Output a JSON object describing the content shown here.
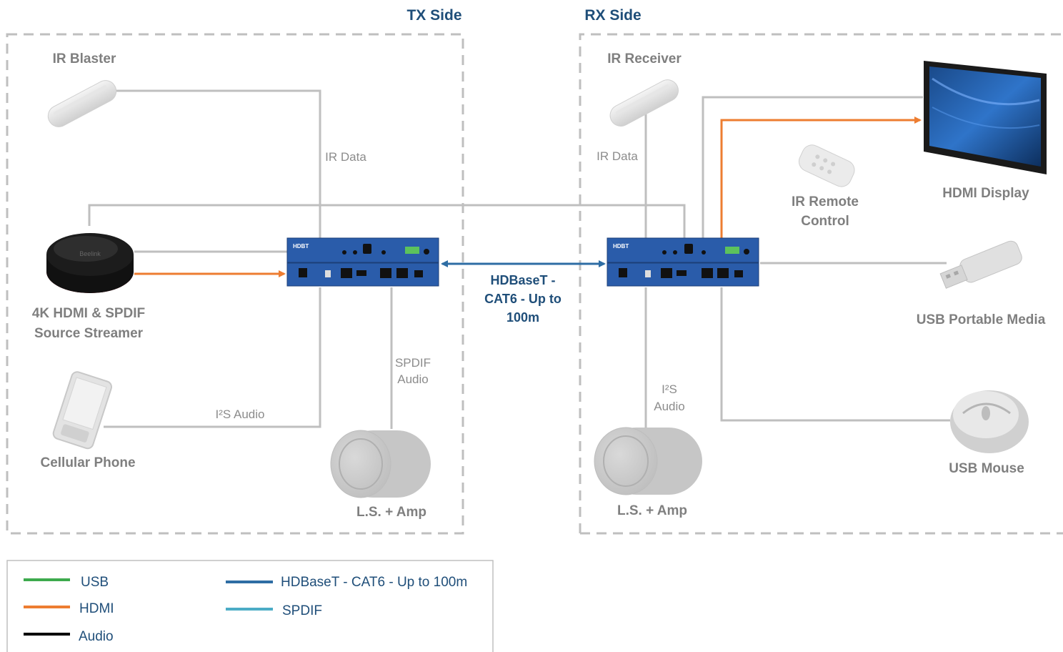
{
  "tx": {
    "title": "TX Side",
    "ir_blaster": "IR Blaster",
    "ir_data": "IR Data",
    "streamer_line1": "4K HDMI & SPDIF",
    "streamer_line2": "Source Streamer",
    "streamer_brand": "Beelink",
    "phone": "Cellular Phone",
    "i2s_audio": "I²S Audio",
    "spdif_line1": "SPDIF",
    "spdif_line2": "Audio",
    "speaker": "L.S. + Amp"
  },
  "rx": {
    "title": "RX Side",
    "ir_receiver": "IR Receiver",
    "ir_data": "IR Data",
    "remote_line1": "IR Remote",
    "remote_line2": "Control",
    "display": "HDMI Display",
    "usb_media": "USB Portable Media",
    "usb_mouse": "USB Mouse",
    "i2s_line1": "I²S",
    "i2s_line2": "Audio",
    "speaker": "L.S. + Amp"
  },
  "link": {
    "line1": "HDBaseT -",
    "line2": "CAT6 - Up to",
    "line3": "100m"
  },
  "device_logo": "HDBT",
  "legend": {
    "items": [
      {
        "label": "USB",
        "color": "#3daa4d"
      },
      {
        "label": "HDMI",
        "color": "#ed7d31"
      },
      {
        "label": "Audio",
        "color": "#000000"
      },
      {
        "label": "HDBaseT - CAT6 - Up to 100m",
        "color": "#2e6da4"
      },
      {
        "label": "SPDIF",
        "color": "#4bacc6"
      }
    ]
  },
  "colors": {
    "wire": "#bfbfbf",
    "hdmi": "#ed7d31",
    "hdbaset": "#2e6da4",
    "device": "#2a5caa",
    "title": "#1f4e79"
  }
}
